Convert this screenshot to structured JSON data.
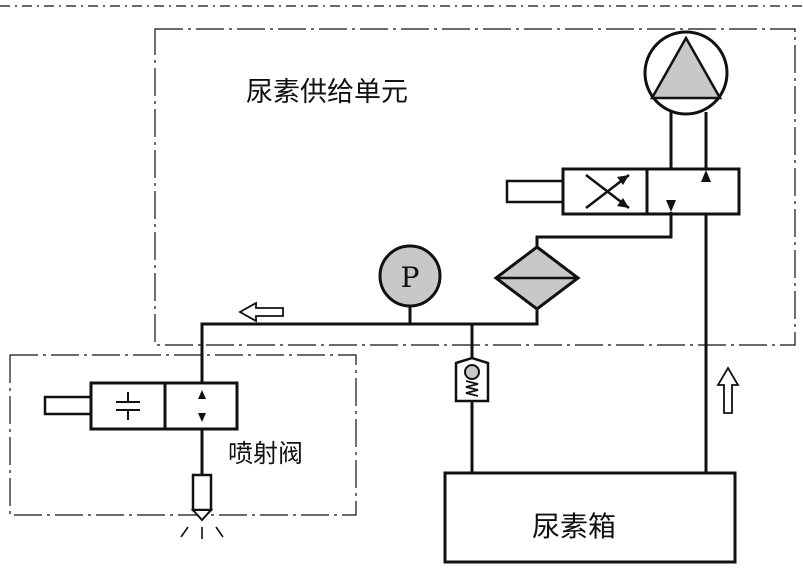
{
  "labels": {
    "supply_unit": "尿素供给单元",
    "injector_valve": "喷射阀",
    "urea_tank": "尿素箱",
    "pressure_gauge": "P"
  },
  "colors": {
    "line": "#111111",
    "component_fill": "#c8c8c8",
    "background": "#ffffff"
  },
  "icons": {
    "pump": "pump-icon",
    "pressure_gauge": "pressure-gauge-icon",
    "filter": "filter-icon",
    "check_valve": "check-valve-icon",
    "reversing_valve": "reversing-valve-icon",
    "injector_valve": "solenoid-valve-icon",
    "nozzle": "nozzle-icon",
    "flow_arrow": "flow-arrow-icon"
  }
}
